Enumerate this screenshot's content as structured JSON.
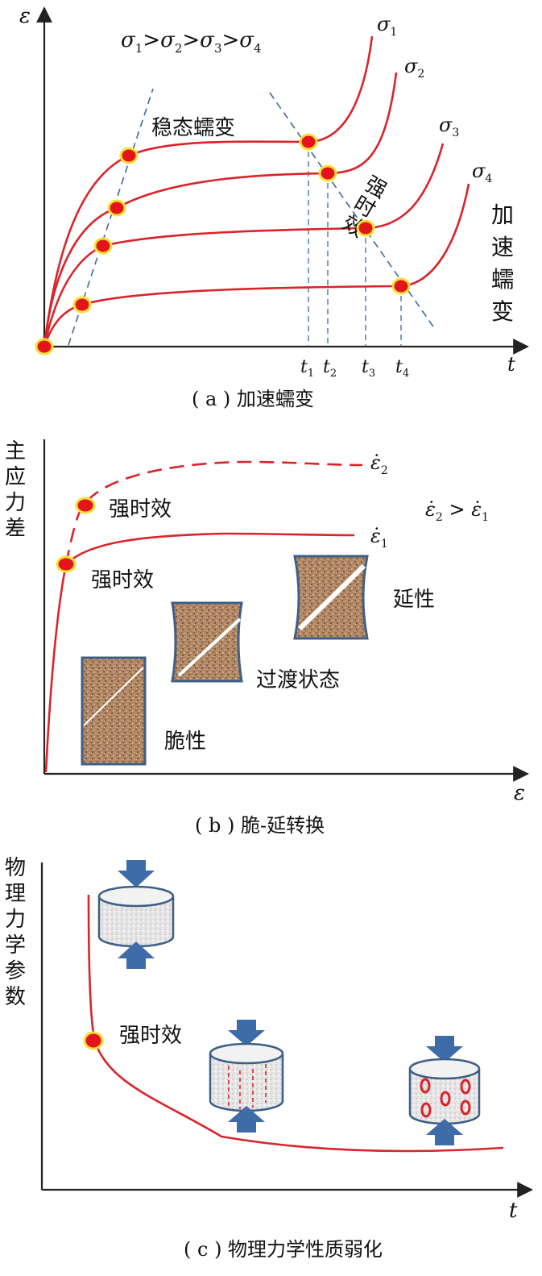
{
  "panel_a": {
    "y_axis_symbol": "ε",
    "x_axis_symbol": "t",
    "relation": {
      "parts": [
        "σ",
        "1",
        ">σ",
        "2",
        ">σ",
        "3",
        ">σ",
        "4"
      ]
    },
    "curves": [
      {
        "symbol": "σ",
        "index": "1"
      },
      {
        "symbol": "σ",
        "index": "2"
      },
      {
        "symbol": "σ",
        "index": "3"
      },
      {
        "symbol": "σ",
        "index": "4"
      }
    ],
    "ticks": [
      {
        "symbol": "t",
        "index": "1"
      },
      {
        "symbol": "t",
        "index": "2"
      },
      {
        "symbol": "t",
        "index": "3"
      },
      {
        "symbol": "t",
        "index": "4"
      }
    ],
    "label_steady": "稳态蠕变",
    "label_strong": [
      "强",
      "时",
      "效"
    ],
    "label_accel": [
      "加",
      "速",
      "蠕",
      "变"
    ],
    "caption": "( a ) 加速蠕变"
  },
  "panel_b": {
    "y_axis_label": [
      "主",
      "应",
      "力",
      "差"
    ],
    "x_axis_symbol": "ε",
    "curves": [
      {
        "symbol": "ε̇",
        "index": "2"
      },
      {
        "symbol": "ε̇",
        "index": "1"
      }
    ],
    "relation": {
      "parts": [
        "ε̇",
        "2",
        " > ",
        "ε̇",
        "1"
      ]
    },
    "label_strong_upper": "强时效",
    "label_strong_lower": "强时效",
    "label_brittle": "脆性",
    "label_transition": "过渡状态",
    "label_ductile": "延性",
    "caption": "( b ) 脆-延转换"
  },
  "panel_c": {
    "y_axis_label": [
      "物",
      "理",
      "力",
      "学",
      "参",
      "数"
    ],
    "x_axis_symbol": "t",
    "label_strong": "强时效",
    "caption": "( c ) 物理力学性质弱化"
  },
  "colors": {
    "curve": "#d9242a",
    "marker_fill": "#e3151b",
    "marker_ring": "#f2e135",
    "guide": "#3c6a9e",
    "specimen_border": "#3f5f86",
    "rock": "#b08765",
    "arrow": "#3e6ca8"
  }
}
